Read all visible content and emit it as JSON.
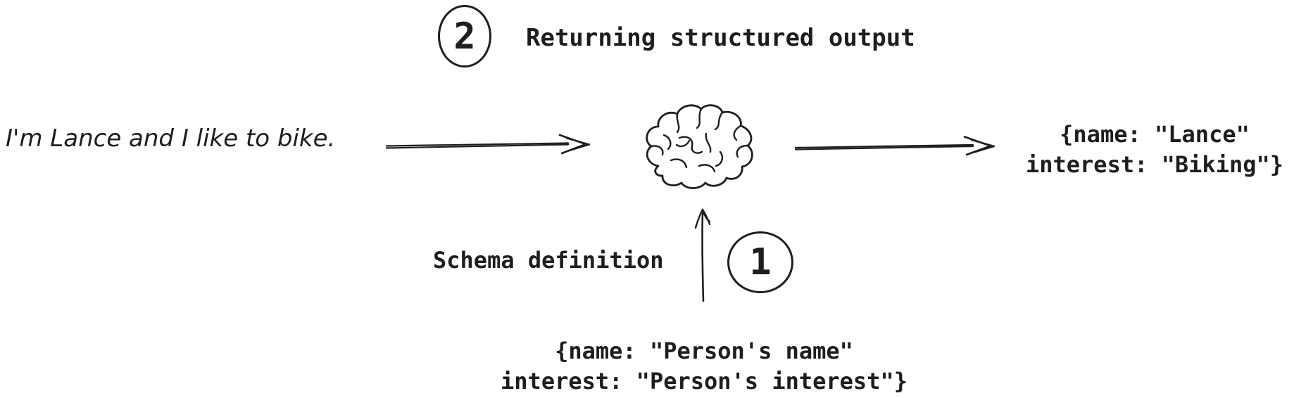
{
  "diagram": {
    "background_color": "#ffffff",
    "ink_color": "#1e1e1e"
  },
  "step2": {
    "number": "2",
    "label": "Returning structured output"
  },
  "input_message": {
    "text": "I'm Lance and I like to bike."
  },
  "output_json": {
    "line1": "{name: \"Lance\"",
    "line2": "interest: \"Biking\"}"
  },
  "step1": {
    "number": "1",
    "label": "Schema definition"
  },
  "schema_json": {
    "line1": "{name: \"Person's name\"",
    "line2": "interest: \"Person's interest\"}"
  },
  "icons": {
    "llm": "brain",
    "flow_left": "arrow-right",
    "flow_right": "arrow-right",
    "schema_flow": "arrow-up"
  }
}
